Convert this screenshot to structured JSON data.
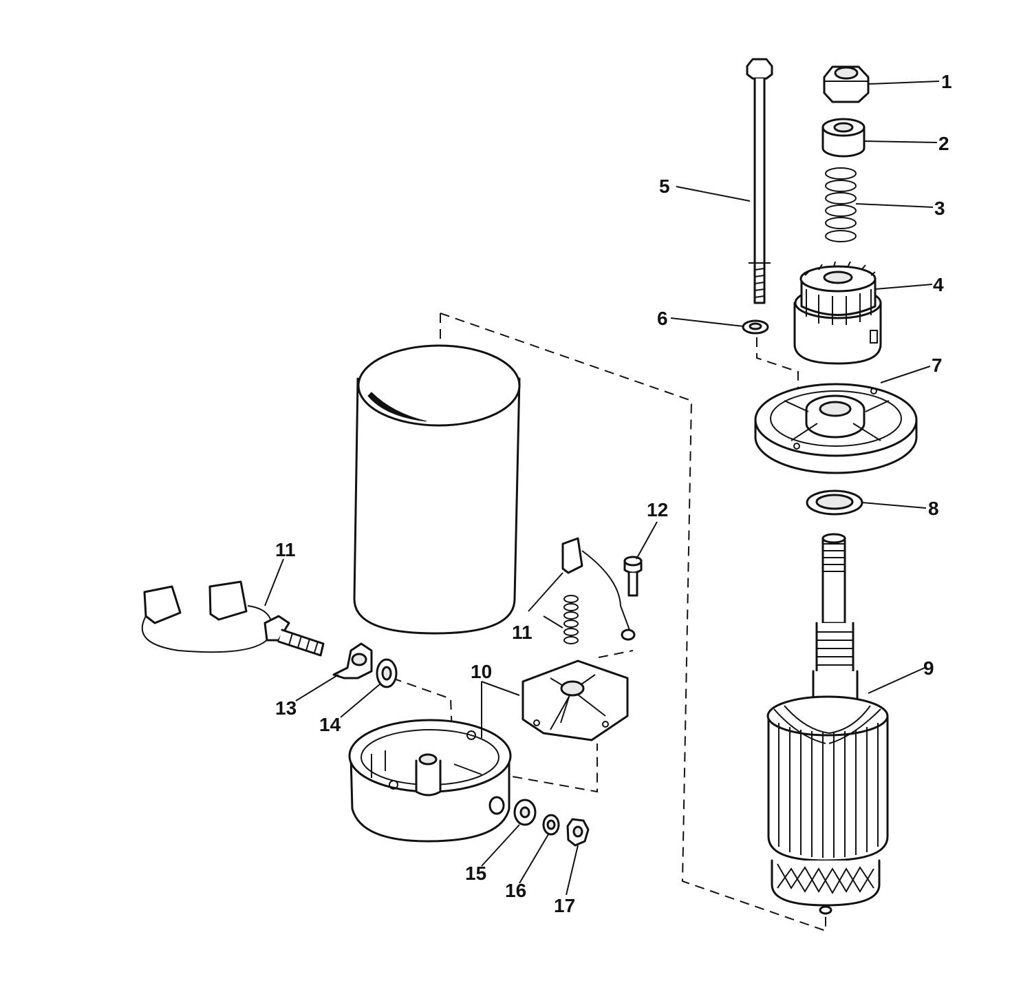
{
  "diagram": {
    "callouts": [
      "1",
      "2",
      "3",
      "4",
      "5",
      "6",
      "7",
      "8",
      "9",
      "10",
      "11",
      "11",
      "12",
      "13",
      "14",
      "15",
      "16",
      "17"
    ]
  }
}
